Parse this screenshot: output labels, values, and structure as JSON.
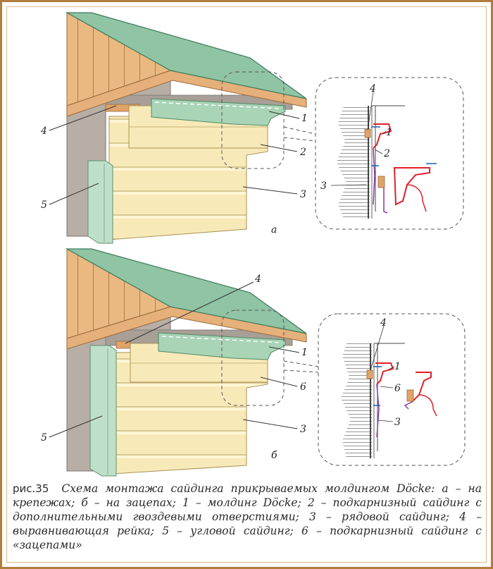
{
  "figure": {
    "id": "рис.35",
    "caption": "Схема монтажа сайдинга прикрываемых молдингом Döcke: а – на крепежах; б – на зацепах; 1 – молдинг Döcke; 2 – подкарнизный сайдинг с дополнительными гвоздевыми отверстиями; 3 – рядовой сайдинг; 4 – выравнивающая рейка; 5 – угловой сайдинг; 6 – подкарнизный сайдинг с «зацепами»"
  },
  "panel_a": {
    "letter": "а",
    "labels": {
      "n1": "1",
      "n2": "2",
      "n3": "3",
      "n4": "4",
      "n5": "5"
    },
    "detail_labels": {
      "n1": "1",
      "n2": "2",
      "n3": "3",
      "n4": "4"
    }
  },
  "panel_b": {
    "letter": "б",
    "labels": {
      "n1": "1",
      "n3": "3",
      "n4": "4",
      "n5": "5",
      "n6": "6"
    },
    "detail_labels": {
      "n1": "1",
      "n3": "3",
      "n4": "4",
      "n6": "6"
    }
  },
  "colors": {
    "roof": "#8fc4a4",
    "fascia": "#e6b07a",
    "gable": "#e9b981",
    "wall": "#b7aea6",
    "siding": "#f8eab8",
    "corner": "#bfe0c8",
    "detail_red": "#e0202a",
    "detail_purple": "#8a38a8"
  }
}
